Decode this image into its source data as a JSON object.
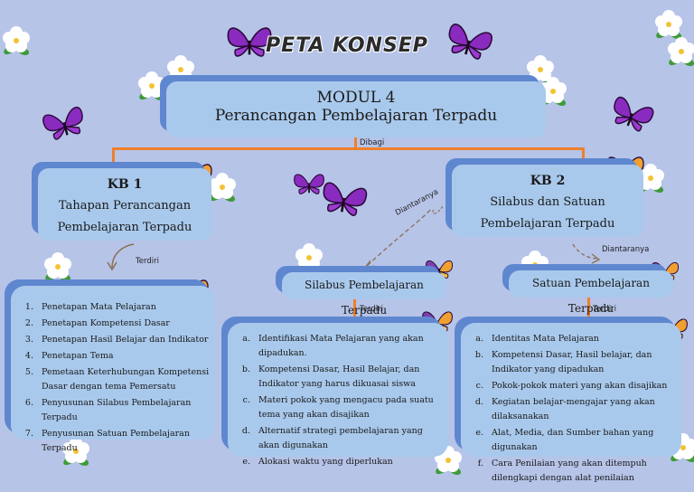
{
  "title": "PETA KONSEP",
  "main": {
    "line1": "MODUL 4",
    "line2": "Perancangan Pembelajaran Terpadu"
  },
  "connectors": {
    "dibagi": "Dibagi",
    "terdiri_1": "Terdiri",
    "diantaranya_1": "Diantaranya",
    "diantaranya_2": "Diantaranya",
    "terdiri_2": "Terdiri",
    "terdiri_3": "Terdiri"
  },
  "kb1": {
    "heading": "KB 1",
    "line1": "Tahapan Perancangan",
    "line2": "Pembelajaran Terpadu"
  },
  "kb2": {
    "heading": "KB 2",
    "line1": "Silabus dan Satuan",
    "line2": "Pembelajaran Terpadu"
  },
  "sub1": {
    "label": "Silabus Pembelajaran Terpadu"
  },
  "sub2": {
    "label": "Satuan Pembelajaran Terpadu"
  },
  "list1": [
    "Penetapan Mata Pelajaran",
    "Penetapan Kompetensi Dasar",
    "Penetapan Hasil Belajar dan Indikator",
    "Penetapan Tema",
    "Pemetaan Keterhubungan Kompetensi Dasar dengan tema Pemersatu",
    "Penyusunan Silabus Pembelajaran Terpadu",
    "Penyusunan Satuan Pembelajaran Terpadu"
  ],
  "list2": [
    "Identifikasi Mata Pelajaran yang akan dipadukan.",
    "Kompetensi Dasar, Hasil Belajar, dan Indikator yang harus dikuasai siswa",
    "Materi pokok yang mengacu pada suatu tema yang akan disajikan",
    "Alternatif strategi pembelajaran yang akan digunakan",
    "Alokasi waktu yang diperlukan"
  ],
  "list3": [
    "Identitas Mata Pelajaran",
    "Kompetensi Dasar, Hasil belajar, dan Indikator yang dipadukan",
    "Pokok-pokok materi yang akan disajikan",
    "Kegiatan belajar-mengajar yang akan dilaksanakan",
    "Alat, Media, dan Sumber bahan yang digunakan",
    "Cara Penilaian yang akan ditempuh dilengkapi dengan alat penilaian"
  ],
  "colors": {
    "background": "#b6c4e8",
    "box": "#a9c9ec",
    "box_shadow": "#5f87cf",
    "connector": "#f07f2a",
    "butterfly": "#8a2bbf"
  },
  "icons": [
    "butterfly-icon",
    "flower-icon"
  ]
}
